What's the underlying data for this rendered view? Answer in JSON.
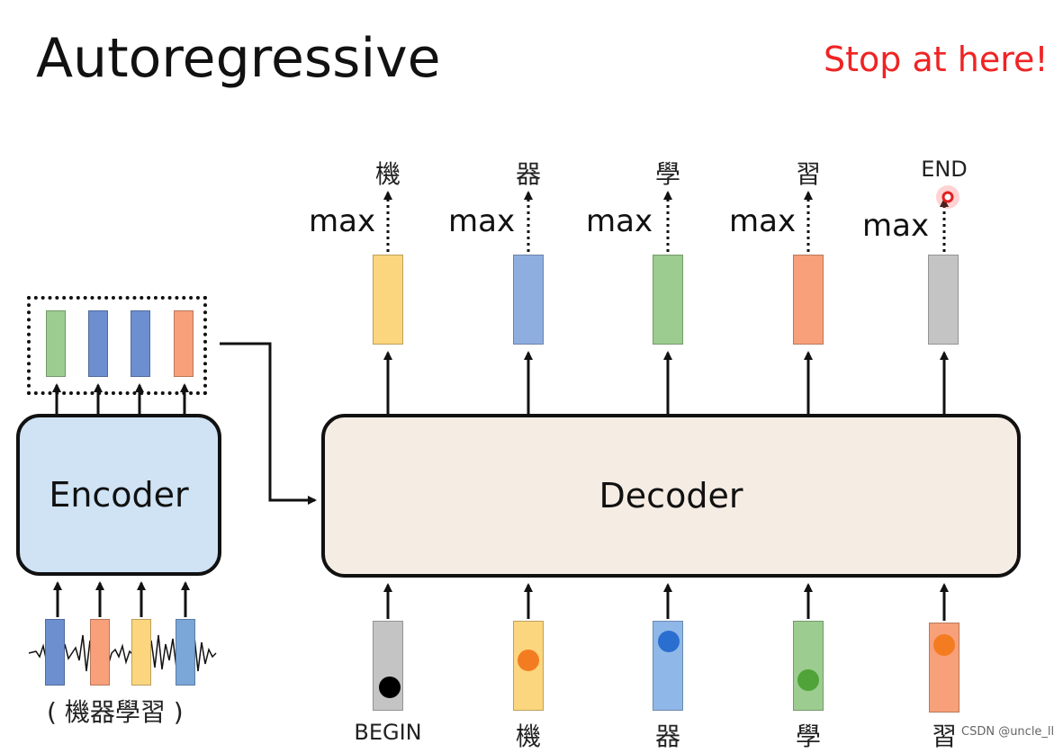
{
  "title": "Autoregressive",
  "annotation": "Stop at here!",
  "encoder": {
    "label": "Encoder",
    "input_caption": "( 機器學習 )",
    "input_vectors": [
      "#6d8fd0",
      "#f7a07a",
      "#fbd67e",
      "#7aa6d8"
    ],
    "output_vectors": [
      "#9ccc8f",
      "#6d8fd0",
      "#6d8fd0",
      "#f7a07a"
    ]
  },
  "decoder": {
    "label": "Decoder",
    "max_label": "max",
    "outputs": [
      {
        "word": "機",
        "color": "#fbd67e"
      },
      {
        "word": "器",
        "color": "#8faee0"
      },
      {
        "word": "學",
        "color": "#9ccc8f"
      },
      {
        "word": "習",
        "color": "#f7a07a"
      },
      {
        "word": "END",
        "color": "#c4c4c4"
      }
    ],
    "inputs": [
      {
        "word": "BEGIN",
        "color": "#c4c4c4",
        "dot": "#000000"
      },
      {
        "word": "機",
        "color": "#fbd67e",
        "dot": "#f47c20"
      },
      {
        "word": "器",
        "color": "#8fb8e8",
        "dot": "#2a6fd0"
      },
      {
        "word": "學",
        "color": "#9ccc8f",
        "dot": "#4fa338"
      },
      {
        "word": "習",
        "color": "#f7a07a",
        "dot": "#f47c20"
      }
    ]
  },
  "watermark": "CSDN @uncle_ll"
}
